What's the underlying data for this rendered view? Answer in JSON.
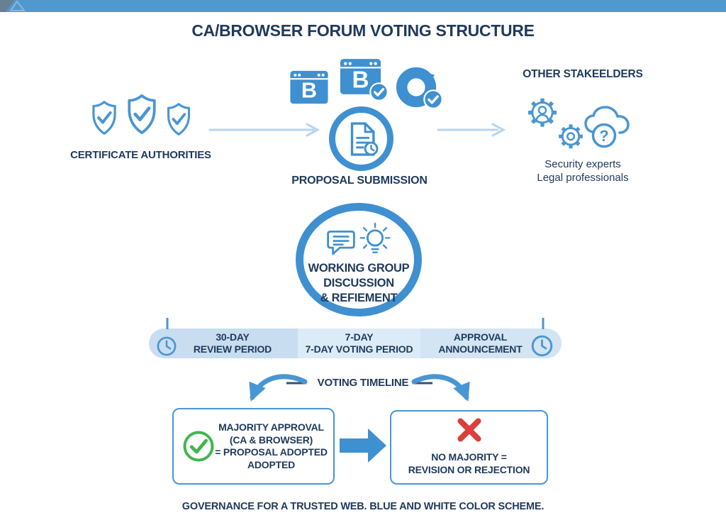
{
  "title": "CA/BROWSER FORUM VOTING STRUCTURE",
  "certificate_authorities": {
    "label": "CERTIFICATE AUTHORITIES"
  },
  "proposal_submission": {
    "label": "PROPOSAL SUBMISSION"
  },
  "other_stakeholders": {
    "title": "OTHER STAKEELDERS",
    "line1": "Security experts",
    "line2": "Legal professionals"
  },
  "working_group": {
    "line1": "WORKING GROUP",
    "line2": "DISCUSSION",
    "line3": "& REFIEMENT"
  },
  "timeline": {
    "label": "VOTING TIMELINE",
    "segments": [
      {
        "line1": "30-DAY",
        "line2": "REVIEW PERIOD"
      },
      {
        "line1": "7-DAY",
        "line2": "7-DAY VOTING PERIOD"
      },
      {
        "line1": "APPROVAL",
        "line2": "ANNOUNCEMENT"
      }
    ]
  },
  "outcomes": {
    "approved": {
      "line1": "MAJORITY APPROVAL",
      "line2": "(CA & BROWSER)",
      "line3": "= PROPOSAL ADOPTED",
      "line4": "ADOPTED"
    },
    "rejected": {
      "line1": "NO MAJORITY =",
      "line2": "REVISION OR REJECTION"
    }
  },
  "footer": "GOVERNANCE FOR A TRUSTED WEB. BLUE AND WHITE COLOR SCHEME.",
  "colors": {
    "topbar": "#4f99cf",
    "accent_blue": "#3f90d0",
    "outline_blue": "#4a96d2",
    "light_arrow_blue": "#b9d5ee",
    "navy_text": "#1f3a5c",
    "timeline_segment_1": "#c8ddf0",
    "timeline_segment_2": "#dcebf8",
    "timeline_segment_3": "#d3e4f3",
    "approve_green": "#41b64e",
    "reject_red": "#d9403c"
  }
}
